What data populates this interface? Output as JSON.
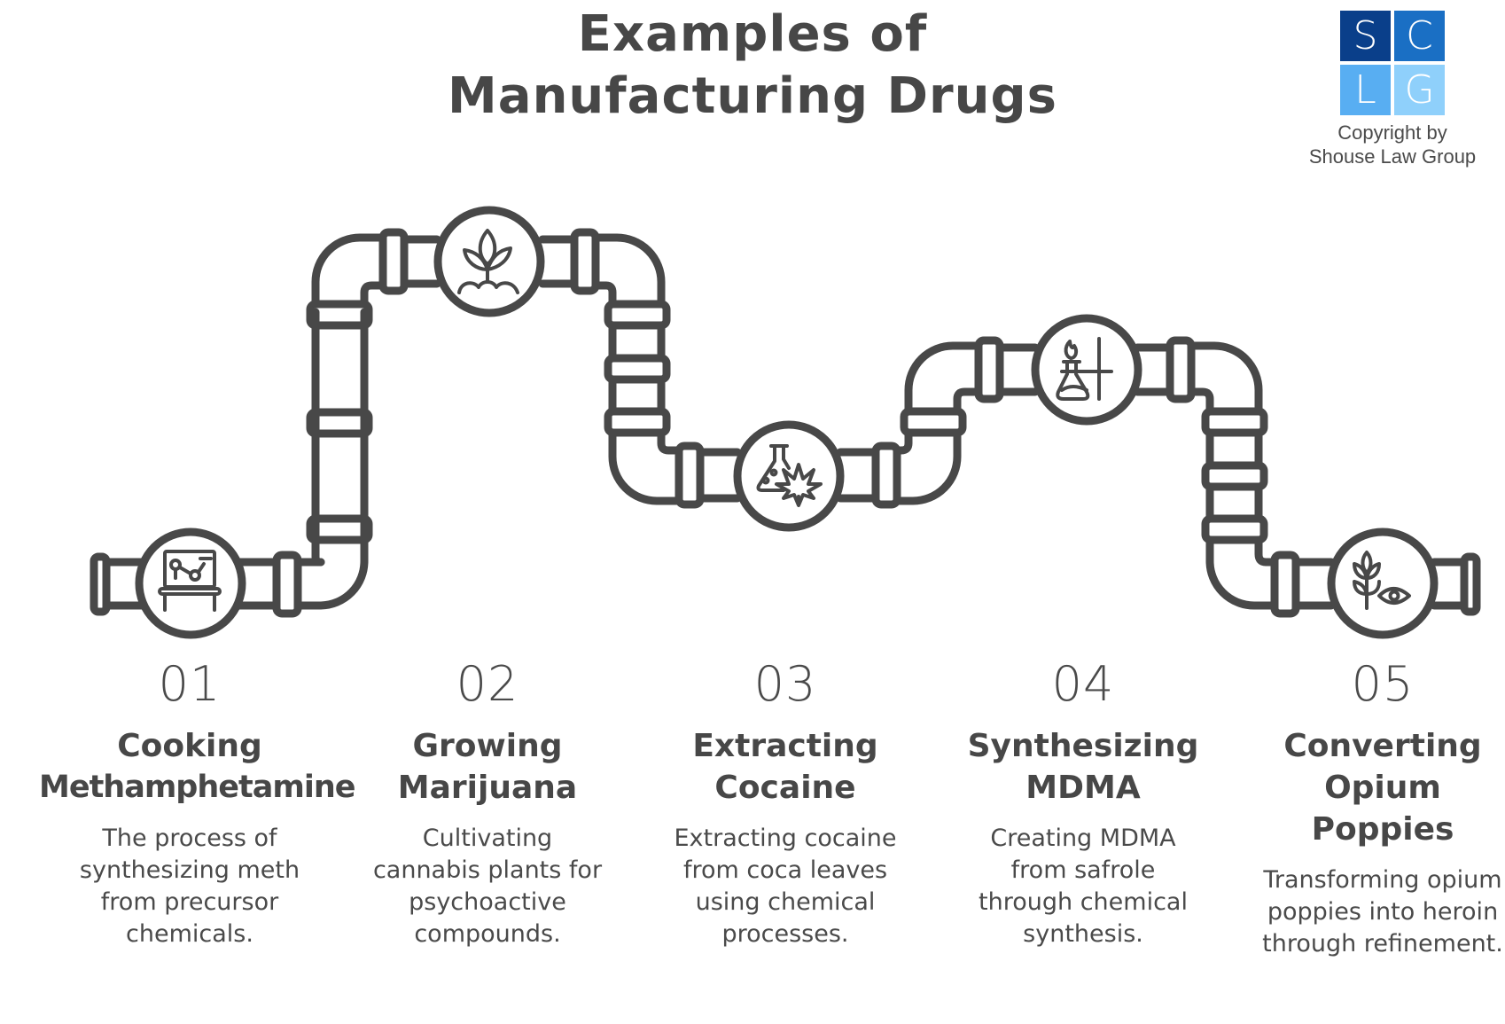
{
  "title": {
    "line1": "Examples of",
    "line2": "Manufacturing Drugs"
  },
  "logo": {
    "letters": [
      "S",
      "C",
      "L",
      "G"
    ],
    "colors": [
      "#0a3f8a",
      "#1a6fc4",
      "#58aef2",
      "#8fd0fb"
    ],
    "copyright_line1": "Copyright by",
    "copyright_line2": "Shouse Law Group"
  },
  "colors": {
    "ink": "#484848",
    "background": "#ffffff"
  },
  "steps": [
    {
      "number": "01",
      "title_line1": "Cooking",
      "title_line2": "Methamphetamine",
      "title_line3": "",
      "description": "The process of synthesizing meth from precursor chemicals.",
      "icon": "lab-bench-molecule-icon"
    },
    {
      "number": "02",
      "title_line1": "Growing",
      "title_line2": "Marijuana",
      "title_line3": "",
      "description": "Cultivating cannabis plants for psychoactive compounds.",
      "icon": "sprouting-plant-icon"
    },
    {
      "number": "03",
      "title_line1": "Extracting",
      "title_line2": "Cocaine",
      "title_line3": "",
      "description": "Extracting cocaine from coca leaves using chemical processes.",
      "icon": "flask-leaf-icon"
    },
    {
      "number": "04",
      "title_line1": "Synthesizing",
      "title_line2": "MDMA",
      "title_line3": "",
      "description": "Creating MDMA from safrole through chemical synthesis.",
      "icon": "bunsen-burner-flask-icon"
    },
    {
      "number": "05",
      "title_line1": "Converting",
      "title_line2": "Opium",
      "title_line3": "Poppies",
      "description": "Transforming opium poppies into heroin through refinement.",
      "icon": "plant-eye-icon"
    }
  ]
}
